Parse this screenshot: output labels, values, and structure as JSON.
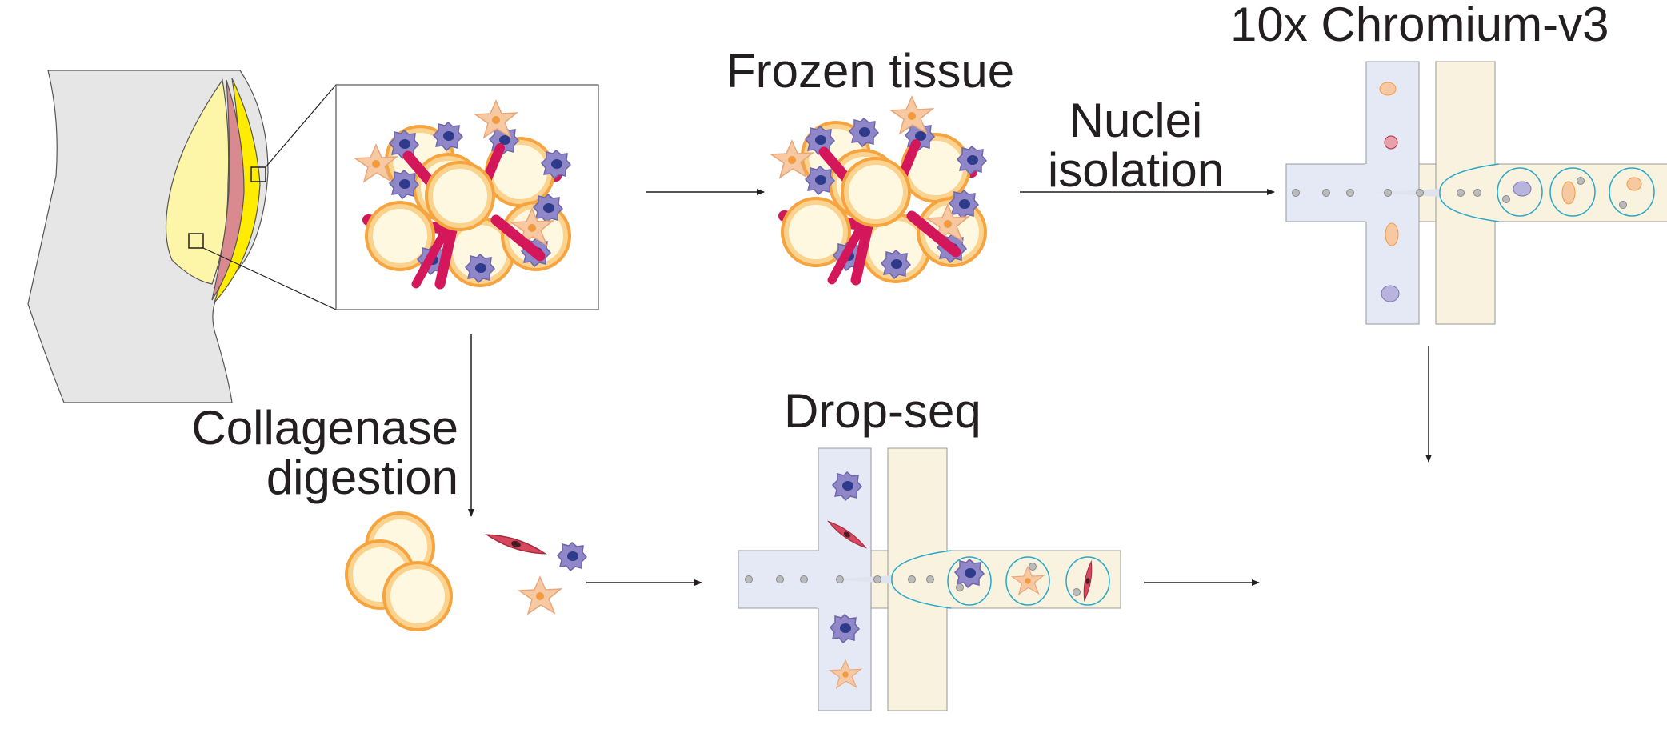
{
  "labels": {
    "frozen_tissue": "Frozen tissue",
    "chromium": "10x Chromium-v3",
    "nuclei_isolation_line1": "Nuclei",
    "nuclei_isolation_line2": "isolation",
    "collagenase_line1": "Collagenase",
    "collagenase_line2": "digestion",
    "dropseq": "Drop-seq"
  },
  "colors": {
    "body_silhouette": "#e6e6e6",
    "adipose_yellow": "#ffec00",
    "adipose_pale": "#fdf6a8",
    "muscle_pink": "#d98a8f",
    "adipocyte_fill": "#fff8e0",
    "adipocyte_rim": "#f5a440",
    "vessel": "#d4165a",
    "immune_cell": "#8f87c8",
    "immune_nucleus": "#2e3a8a",
    "stromal_cell": "#f7c9a3",
    "fibroblast": "#d6485e",
    "channel_blue": "#e4e9f5",
    "channel_cream": "#f8f2df",
    "droplet_outline": "#27a8c8",
    "sequencer_body": "#1a1a1a",
    "sequencer_screen_icon": "#3b55a6",
    "sequencer_stripe": "#1c9b4b",
    "arrow": "#231f20"
  }
}
